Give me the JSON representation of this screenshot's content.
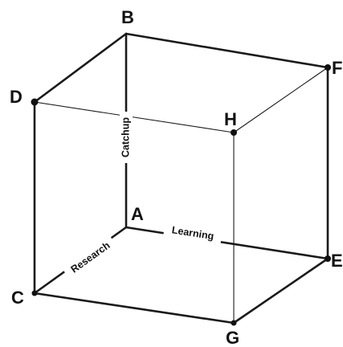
{
  "diagram": {
    "vertices": {
      "A": "A",
      "B": "B",
      "C": "C",
      "D": "D",
      "E": "E",
      "F": "F",
      "G": "G",
      "H": "H"
    },
    "axes": {
      "vertical": "Catchup",
      "horizontal": "Learning",
      "depth": "Research"
    }
  }
}
